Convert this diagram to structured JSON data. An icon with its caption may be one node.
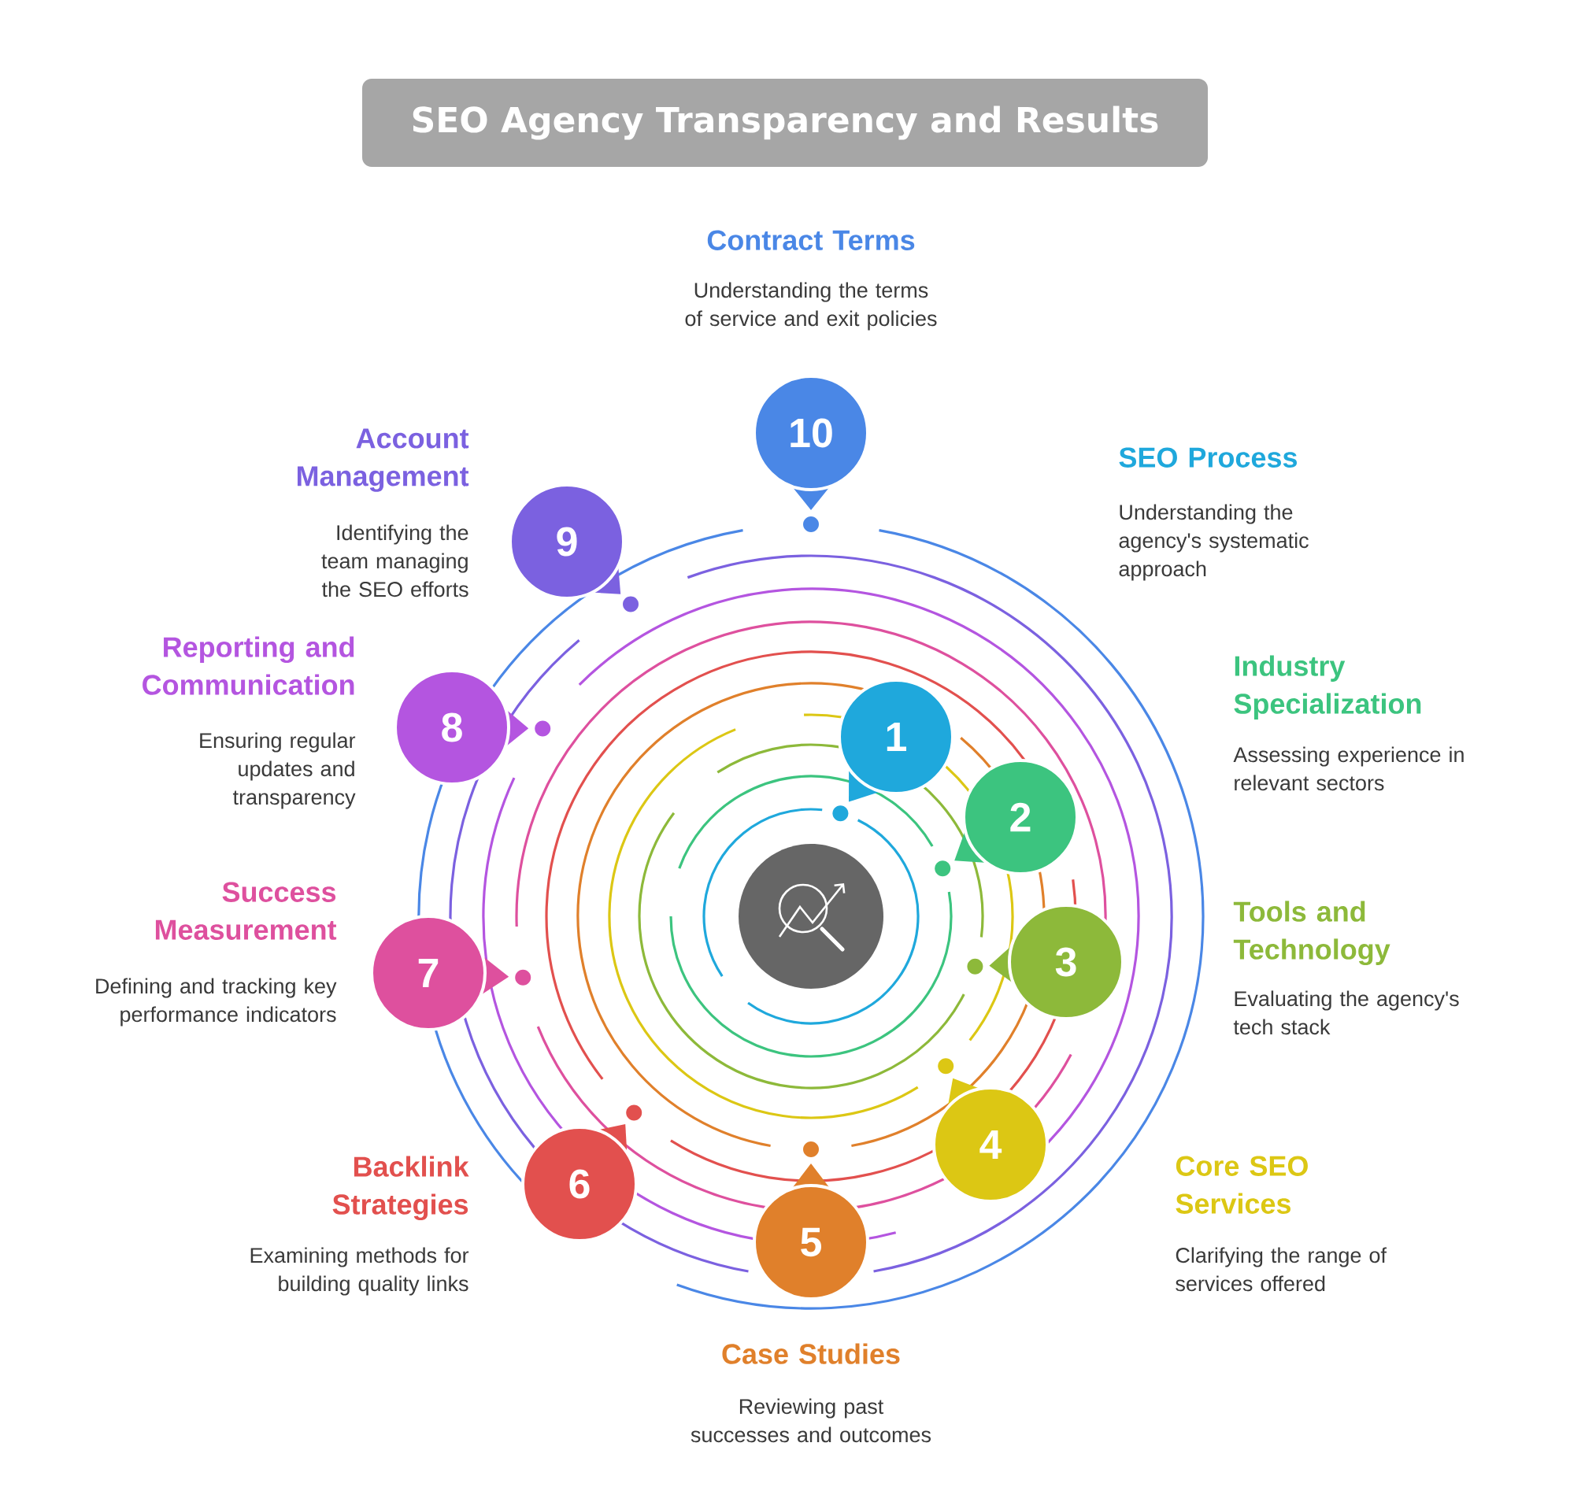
{
  "diagram": {
    "title": "SEO Agency Transparency and Results",
    "nodes": [
      {
        "text": [
          "1"
        ],
        "beside": [
          "SEO Process",
          "Understanding the agency's systematic approach"
        ]
      },
      {
        "text": [
          "2"
        ],
        "beside": [
          "Industry Specialization",
          "Assessing experience in relevant sectors"
        ]
      },
      {
        "text": [
          "3"
        ],
        "beside": [
          "Tools and Technology",
          "Evaluating the agency's tech stack"
        ]
      },
      {
        "text": [
          "4"
        ],
        "beside": [
          "Core SEO Services",
          "Clarifying the range of services offered"
        ]
      },
      {
        "text": [
          "5"
        ],
        "beside": [
          "Case Studies",
          "Reviewing past successes and outcomes"
        ]
      },
      {
        "text": [
          "6"
        ],
        "beside": [
          "Backlink Strategies",
          "Examining methods for building quality links"
        ]
      },
      {
        "text": [
          "7"
        ],
        "beside": [
          "Success Measurement",
          "Defining and tracking key performance indicators"
        ]
      },
      {
        "text": [
          "8"
        ],
        "beside": [
          "Reporting and Communication",
          "Ensuring regular updates and transparency"
        ]
      },
      {
        "text": [
          "9"
        ],
        "beside": [
          "Account Management",
          "Identifying the team managing the SEO efforts"
        ]
      },
      {
        "text": [
          "10"
        ],
        "beside": [
          "Contract Terms",
          "Understanding the terms of service and exit policies"
        ]
      }
    ]
  }
}
